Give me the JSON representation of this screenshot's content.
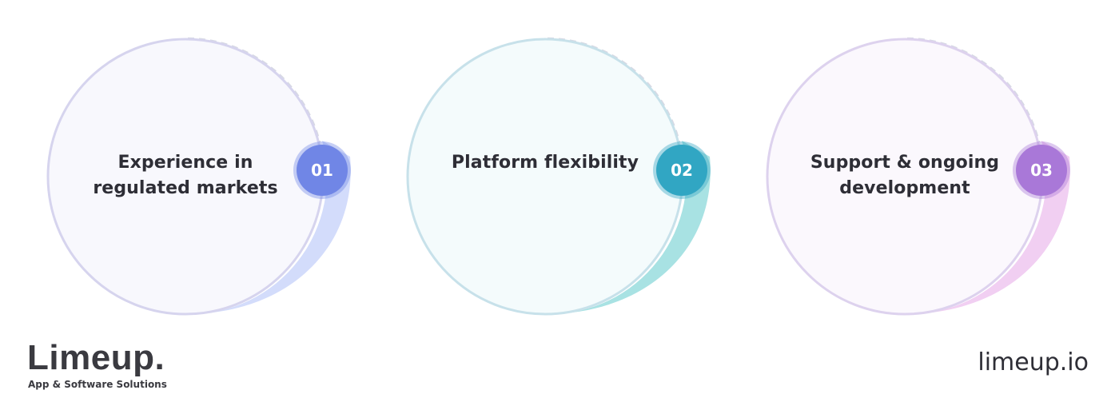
{
  "items": [
    {
      "number": "01",
      "title": "Experience in regulated markets",
      "badge_color": "#7086e6",
      "ring_color": "#d6d4ee",
      "fill_color": "#f8f8fd",
      "swoosh_color": "#d3dcfb"
    },
    {
      "number": "02",
      "title": "Platform flexibility",
      "badge_color": "#31a6c3",
      "ring_color": "#c7e1ea",
      "fill_color": "#f4fbfc",
      "swoosh_color": "#a8e2e3"
    },
    {
      "number": "03",
      "title": "Support & ongoing development",
      "badge_color": "#a978d8",
      "ring_color": "#ddd2ee",
      "fill_color": "#fbf8fd",
      "swoosh_color": "#f1cff2"
    }
  ],
  "branding": {
    "logo_text": "Limeup.",
    "logo_subtitle": "App & Software Solutions",
    "website": "limeup.io"
  }
}
